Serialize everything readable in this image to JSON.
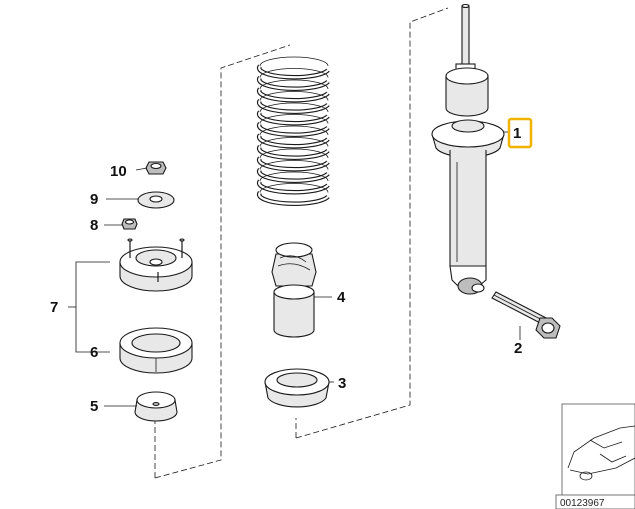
{
  "diagram": {
    "highlight_color": "#f0b400",
    "callouts": {
      "c1": "1",
      "c2": "2",
      "c3": "3",
      "c4": "4",
      "c5": "5",
      "c6": "6",
      "c7": "7",
      "c8": "8",
      "c9": "9",
      "c10": "10"
    },
    "catalog_id": "00123967"
  }
}
